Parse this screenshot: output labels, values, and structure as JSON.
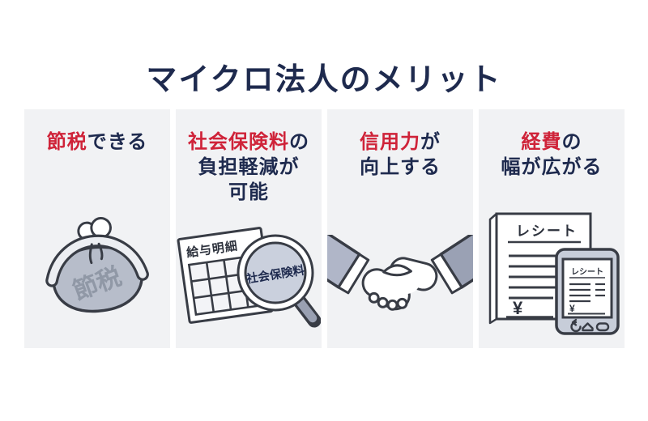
{
  "page": {
    "title": "マイクロ法人のメリット",
    "colors": {
      "background": "#ffffff",
      "card_background": "#f1f2f4",
      "heading_navy": "#1e2a4e",
      "accent_red": "#cf2339",
      "outline_dark": "#383c45",
      "illustration_gray": "#b7bdca",
      "lens_gray": "#cad0dd",
      "phone_gray": "#c7cdd9"
    }
  },
  "cards": [
    {
      "icon": "coin-purse-icon",
      "t1": "節税",
      "t2": "できる",
      "purse_label": "節税"
    },
    {
      "icon": "payslip-magnifier-icon",
      "t1": "社会保険料",
      "t2": "の",
      "t3": "負担軽減が",
      "t4": "可能",
      "payslip_title": "給与明細",
      "lens_label": "社会保険料"
    },
    {
      "icon": "handshake-icon",
      "t1": "信用力",
      "t2": "が",
      "t3": "向上する"
    },
    {
      "icon": "receipt-smartphone-icon",
      "t1": "経費",
      "t2": "の",
      "t3": "幅が広がる",
      "receipt_title": "レシート",
      "receipt_currency": "¥",
      "phone_receipt_title": "レシート",
      "phone_currency": "¥"
    }
  ]
}
